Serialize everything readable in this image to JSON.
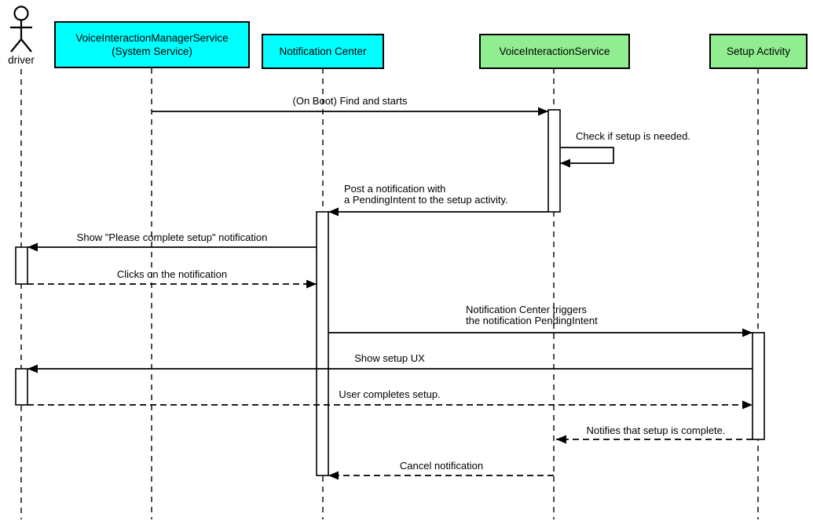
{
  "diagram": {
    "type": "uml-sequence",
    "background_color": "#ffffff",
    "colors": {
      "system_box_fill": "#00ffff",
      "app_box_fill": "#90ee90",
      "line_color": "#000000"
    },
    "participants": [
      {
        "id": "driver",
        "kind": "actor",
        "label": "driver"
      },
      {
        "id": "vims",
        "kind": "participant",
        "fill": "#00ffff",
        "label": "VoiceInteractionManagerService\n(System Service)"
      },
      {
        "id": "notification-center",
        "kind": "participant",
        "fill": "#00ffff",
        "label": "Notification Center"
      },
      {
        "id": "vis",
        "kind": "participant",
        "fill": "#90ee90",
        "label": "VoiceInteractionService"
      },
      {
        "id": "setup-activity",
        "kind": "participant",
        "fill": "#90ee90",
        "label": "Setup Activity"
      }
    ],
    "messages": [
      {
        "from": "vims",
        "to": "vis",
        "line": "solid",
        "label": "(On Boot) Find and starts"
      },
      {
        "from": "vis",
        "to": "vis",
        "line": "solid",
        "self": true,
        "label": "Check if setup is needed."
      },
      {
        "from": "vis",
        "to": "notification-center",
        "line": "solid",
        "label": "Post a notification with\na PendingIntent to the setup activity."
      },
      {
        "from": "notification-center",
        "to": "driver",
        "line": "solid",
        "label": "Show \"Please complete setup\" notification"
      },
      {
        "from": "driver",
        "to": "notification-center",
        "line": "dashed",
        "label": "Clicks on the notification"
      },
      {
        "from": "notification-center",
        "to": "setup-activity",
        "line": "solid",
        "label": "Notification Center triggers\nthe notification PendingIntent"
      },
      {
        "from": "setup-activity",
        "to": "driver",
        "line": "solid",
        "label": "Show setup UX"
      },
      {
        "from": "driver",
        "to": "setup-activity",
        "line": "dashed",
        "label": "User completes setup."
      },
      {
        "from": "setup-activity",
        "to": "vis",
        "line": "dashed",
        "label": "Notifies that setup is complete."
      },
      {
        "from": "vis",
        "to": "notification-center",
        "line": "dashed",
        "label": "Cancel notification"
      }
    ]
  }
}
